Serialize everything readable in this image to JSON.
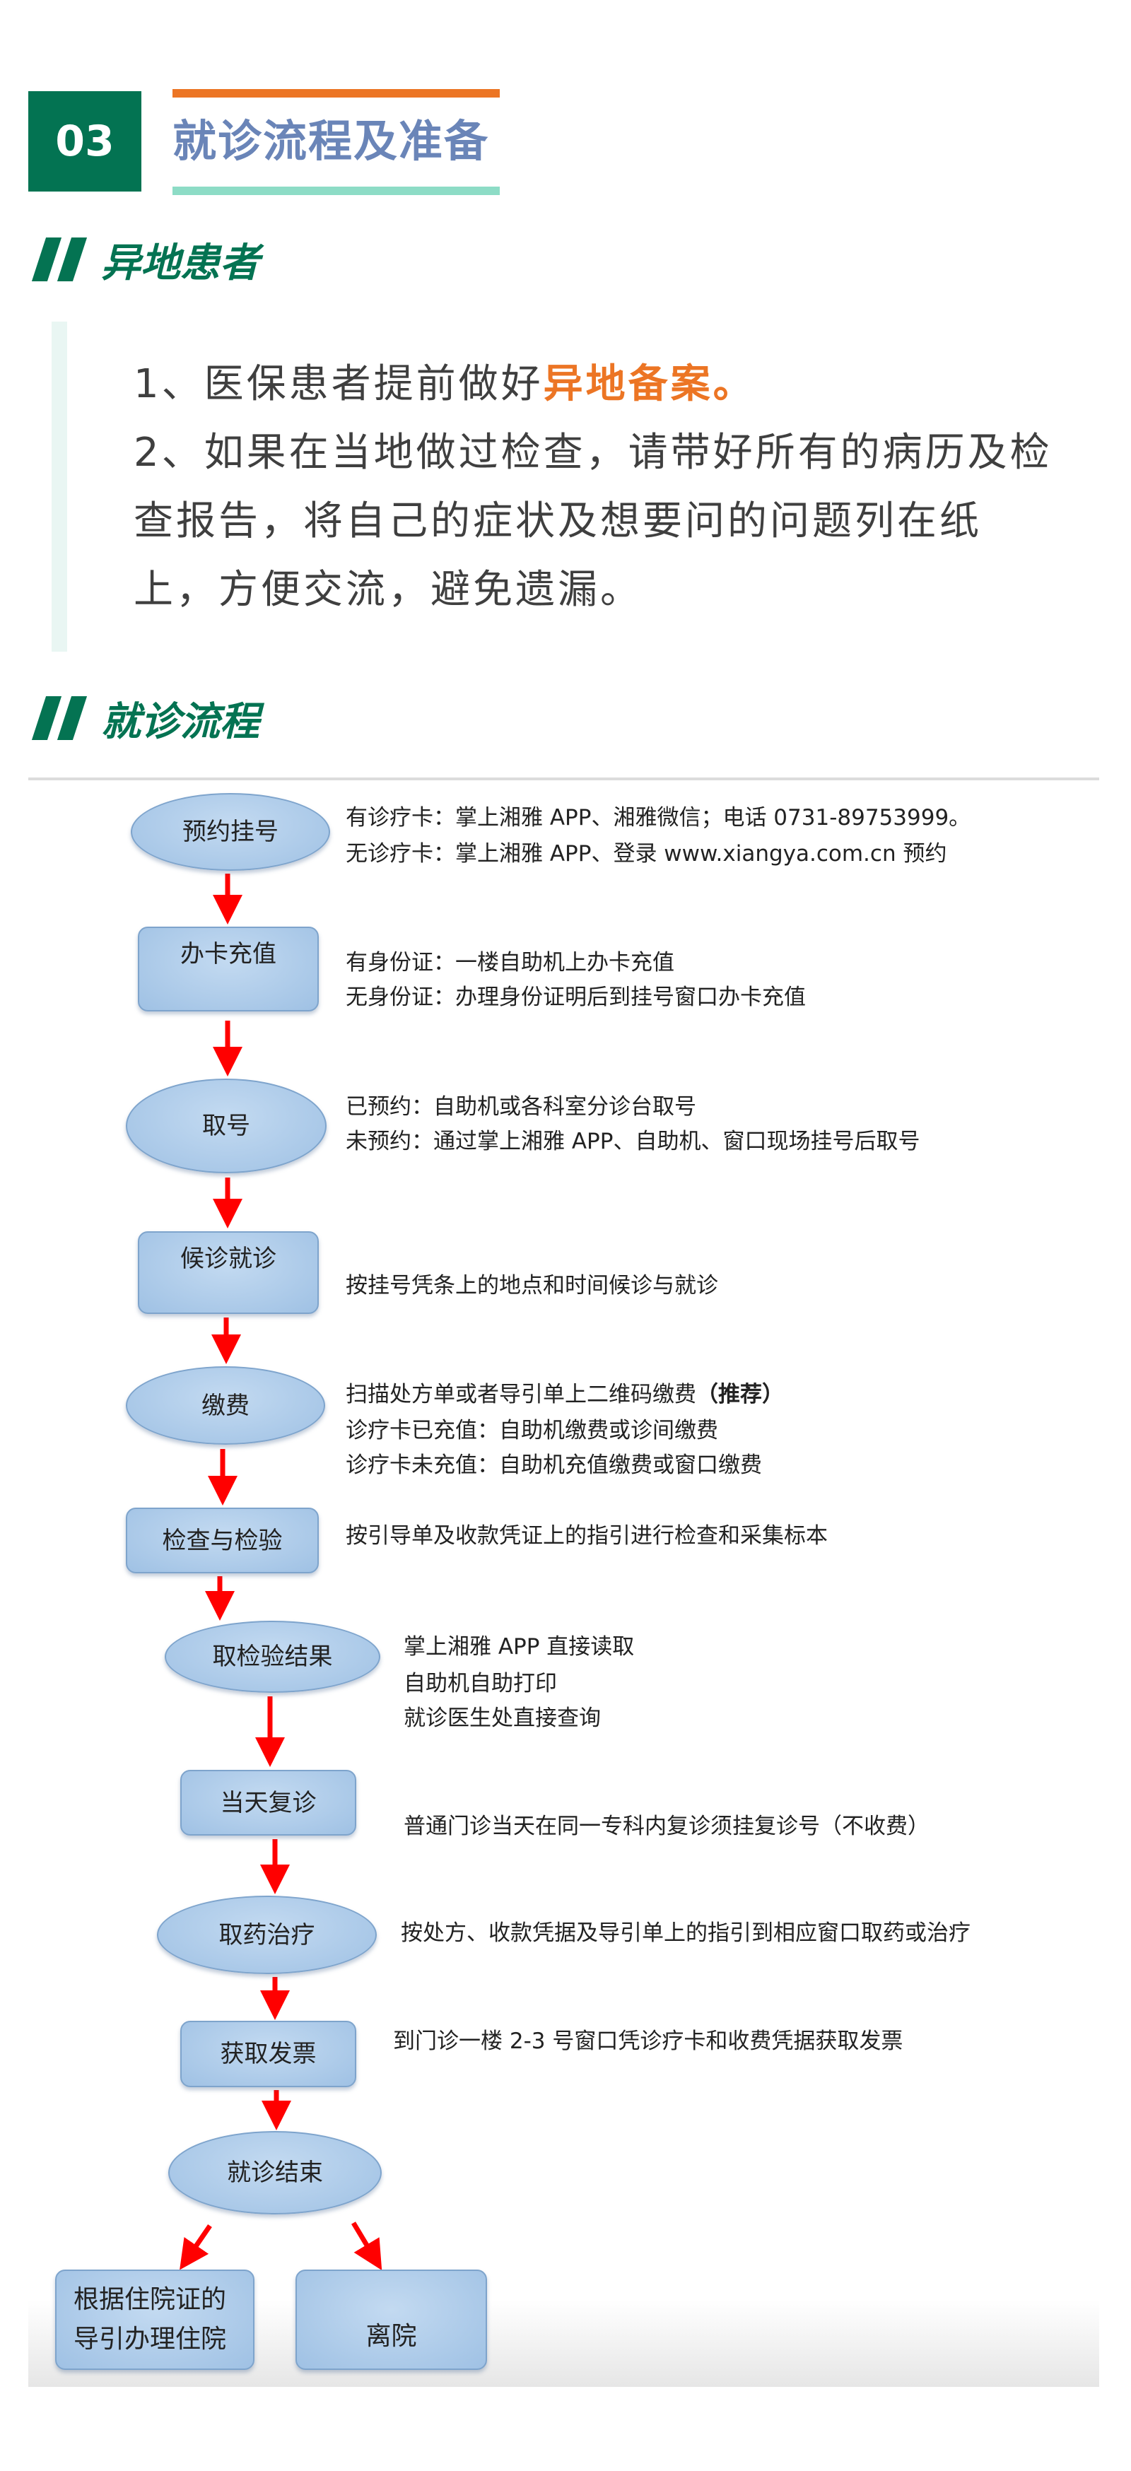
{
  "header": {
    "number": "03",
    "title": "就诊流程及准备"
  },
  "section1": {
    "heading": "异地患者",
    "line1_prefix": "1、医保患者提前做好",
    "line1_highlight": "异地备案。",
    "line2": "2、如果在当地做过检查，请带好所有的病历及检查报告，将自己的症状及想要问的问题列在纸上，方便交流，避免遗漏。"
  },
  "section2": {
    "heading": "就诊流程"
  },
  "colors": {
    "green": "#037352",
    "orange": "#ec7524",
    "teal": "#8ddcc6",
    "title_blue": "#6a85b8",
    "arrow_red": "#ff0000",
    "node_blue": "#a9c8e8"
  },
  "flow": {
    "steps": [
      {
        "label": "预约挂号",
        "notes": [
          "有诊疗卡：掌上湘雅 APP、湘雅微信；电话 0731-89753999。",
          "无诊疗卡：掌上湘雅 APP、登录 www.xiangya.com.cn 预约"
        ]
      },
      {
        "label": "办卡充值",
        "notes": [
          "有身份证：一楼自助机上办卡充值",
          "无身份证：办理身份证明后到挂号窗口办卡充值"
        ]
      },
      {
        "label": "取号",
        "notes": [
          "已预约：自助机或各科室分诊台取号",
          "未预约：通过掌上湘雅 APP、自助机、窗口现场挂号后取号"
        ]
      },
      {
        "label": "候诊就诊",
        "notes": [
          "按挂号凭条上的地点和时间候诊与就诊"
        ]
      },
      {
        "label": "缴费",
        "notes": [
          "扫描处方单或者导引单上二维码缴费",
          "诊疗卡已充值：自助机缴费或诊间缴费",
          "诊疗卡未充值：自助机充值缴费或窗口缴费"
        ],
        "recommend": "（推荐）"
      },
      {
        "label": "检查与检验",
        "notes": [
          "按引导单及收款凭证上的指引进行检查和采集标本"
        ]
      },
      {
        "label": "取检验结果",
        "notes": [
          "掌上湘雅 APP 直接读取",
          "自助机自助打印",
          "就诊医生处直接查询"
        ]
      },
      {
        "label": "当天复诊",
        "notes": [
          "普通门诊当天在同一专科内复诊须挂复诊号（不收费）"
        ]
      },
      {
        "label": "取药治疗",
        "notes": [
          "按处方、收款凭据及导引单上的指引到相应窗口取药或治疗"
        ]
      },
      {
        "label": "获取发票",
        "notes": [
          "到门诊一楼 2-3 号窗口凭诊疗卡和收费凭据获取发票"
        ]
      },
      {
        "label": "就诊结束"
      },
      {
        "label_line1": "根据住院证的",
        "label_line2": "导引办理住院"
      },
      {
        "label": "离院"
      }
    ]
  }
}
